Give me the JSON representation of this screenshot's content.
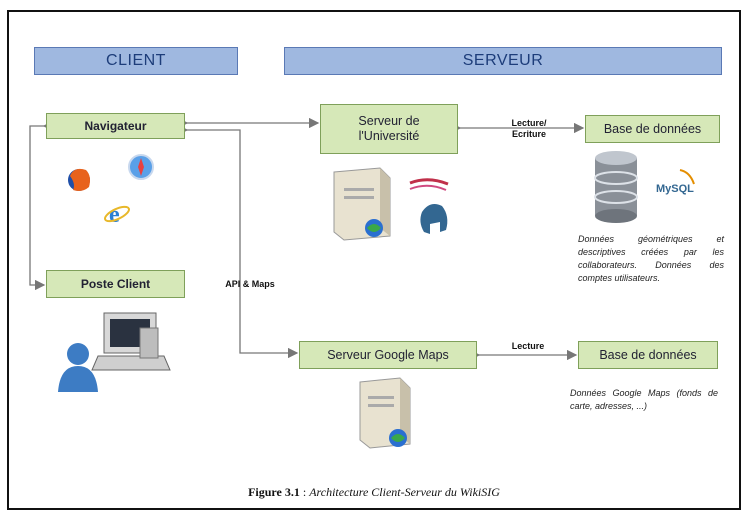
{
  "headers": {
    "client": "CLIENT",
    "server": "SERVEUR"
  },
  "boxes": {
    "navigateur": "Navigateur",
    "poste_client": "Poste Client",
    "serveur_universite": "Serveur de l'Université",
    "base_donnees_1": "Base de données",
    "serveur_google": "Serveur Google Maps",
    "base_donnees_2": "Base de données"
  },
  "labels": {
    "lecture_ecriture_1": "Lecture/",
    "lecture_ecriture_2": "Ecriture",
    "api_maps": "API & Maps",
    "lecture": "Lecture"
  },
  "notes": {
    "db1": "Données géométriques et descriptives créées par les collaborateurs. Données des comptes utilisateurs.",
    "db2": "Données Google Maps (fonds de carte, adresses, ...)"
  },
  "icons": {
    "mysql_text": "MySQL"
  },
  "caption": {
    "figure": "Figure 3.1",
    "sep": " : ",
    "text": "Architecture Client-Serveur du WikiSIG"
  },
  "colors": {
    "header_fill": "#9fb8e0",
    "box_fill": "#d6e8b8",
    "arrow": "#777777"
  }
}
